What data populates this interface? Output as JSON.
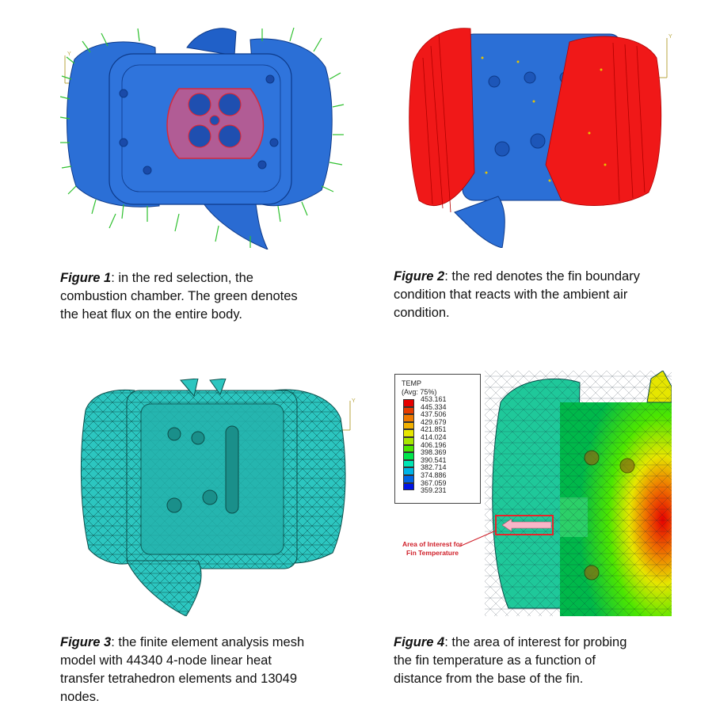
{
  "figures": [
    {
      "id": "fig1",
      "label": "Figure 1",
      "text": ": in the red selection, the combustion chamber.  The green denotes the heat flux on the entire body.",
      "lines": [
        "in the red selection, the",
        "combustion chamber.  The green denotes",
        "the heat flux on the entire body."
      ]
    },
    {
      "id": "fig2",
      "label": "Figure 2",
      "text": ": the red denotes the fin boundary condition that reacts with the ambient air condition.",
      "lines": [
        "the red denotes the fin boundary",
        "condition that reacts with the ambient air",
        "condition."
      ]
    },
    {
      "id": "fig3",
      "label": "Figure 3",
      "text": ": the finite element analysis mesh model with 44340 4-node linear heat transfer tetrahedron elements and 13049 nodes.",
      "lines": [
        "the finite element analysis mesh",
        "model with 44340 4-node linear heat",
        "transfer tetrahedron elements and 13049",
        "nodes."
      ]
    },
    {
      "id": "fig4",
      "label": "Figure 4",
      "text": ": the area of interest for probing the fin temperature as a function of distance from the base of the fin.",
      "lines": [
        "the area of interest for probing",
        "the fin temperature as a function of",
        "distance from the base of the fin."
      ]
    }
  ],
  "legend": {
    "title": "TEMP",
    "subtitle": "(Avg: 75%)",
    "values": [
      "453.161",
      "445.334",
      "437.506",
      "429.679",
      "421.851",
      "414.024",
      "406.196",
      "398.369",
      "390.541",
      "382.714",
      "374.886",
      "367.059",
      "359.231"
    ],
    "colors": [
      "#e60000",
      "#e63c00",
      "#ef7a00",
      "#f2b100",
      "#e6e600",
      "#a8e600",
      "#4ce600",
      "#00e64c",
      "#00e6b4",
      "#00b4e6",
      "#0064e6",
      "#0014e6",
      "#0000a0"
    ]
  },
  "annotation": {
    "line1": "Area of Interest for",
    "line2": "Fin Temperature"
  },
  "axis_label": "Y",
  "colors": {
    "blue_body": "#2b6fd6",
    "heat_flux": "#2fc02f",
    "red_selection": "#e8232a",
    "mesh": "#2cc6c0"
  }
}
